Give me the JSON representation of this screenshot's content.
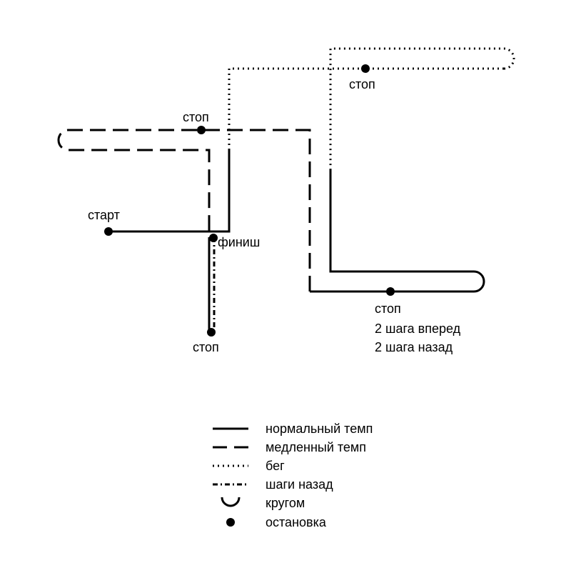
{
  "labels": {
    "start": "старт",
    "finish": "финиш",
    "stop_top_left": "стоп",
    "stop_top_right": "стоп",
    "stop_bottom": "стоп",
    "stop_right": "стоп",
    "note_line1": "2 шага вперед",
    "note_line2": "2 шага назад"
  },
  "legend": [
    {
      "style": "solid",
      "label": "нормальный темп"
    },
    {
      "style": "dashed",
      "label": "медленный темп"
    },
    {
      "style": "dotted",
      "label": "бег"
    },
    {
      "style": "dash-dot",
      "label": "шаги назад"
    },
    {
      "style": "u-turn",
      "label": "кругом"
    },
    {
      "style": "dot",
      "label": "остановка"
    }
  ],
  "colors": {
    "ink": "#000000",
    "background": "#ffffff"
  }
}
